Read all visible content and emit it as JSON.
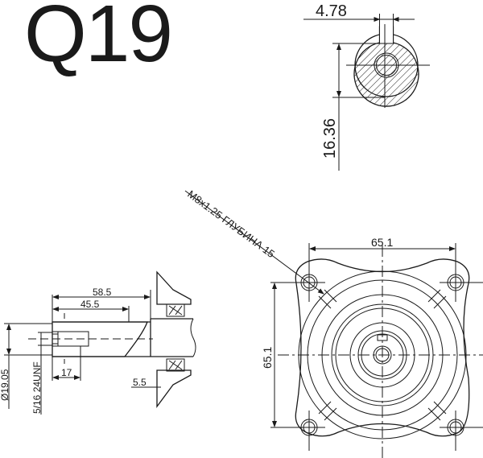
{
  "title": "Q19",
  "shaft_section": {
    "key_width": "4.78",
    "key_depth_dimension": "16.36"
  },
  "side_view": {
    "length_overall": "58.5",
    "length_keyway": "45.5",
    "thread_depth": "17",
    "flange_offset": "5.5",
    "shaft_diameter": "Ø19.05",
    "thread_spec": "5/16 24UNF"
  },
  "front_view": {
    "hole_callout": "M8x1.25 ГЛУБИНА 15",
    "bolt_spacing_horizontal": "65.1",
    "bolt_spacing_vertical": "65.1"
  },
  "colors": {
    "line": "#1a1a1a",
    "background": "#ffffff"
  }
}
